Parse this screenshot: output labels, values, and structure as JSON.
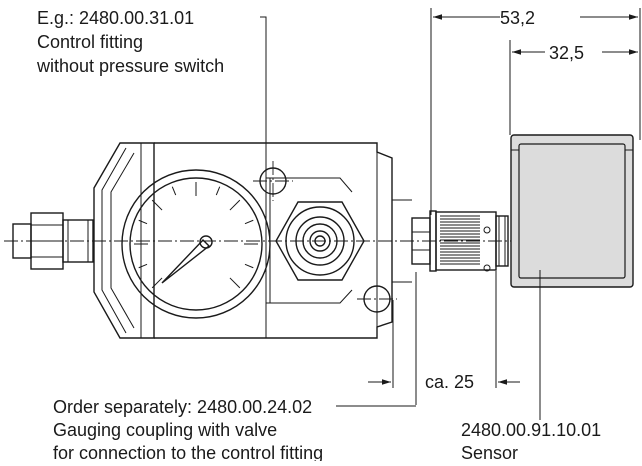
{
  "callouts": {
    "top_left": {
      "line1": "E.g.: 2480.00.31.01",
      "line2": "Control fitting",
      "line3": "without pressure switch"
    },
    "bottom_left": {
      "line1": "Order separately: 2480.00.24.02",
      "line2": "Gauging coupling with valve",
      "line3": "for connection to the control fitting"
    },
    "bottom_right": {
      "line1": "2480.00.91.10.01",
      "line2": "Sensor"
    }
  },
  "dimensions": {
    "overall_width": "53,2",
    "sensor_width": "32,5",
    "coupling_gap": "ca. 25"
  },
  "colors": {
    "line": "#1a1a1a",
    "sensor_fill": "#dcdcdc",
    "background": "#ffffff"
  }
}
